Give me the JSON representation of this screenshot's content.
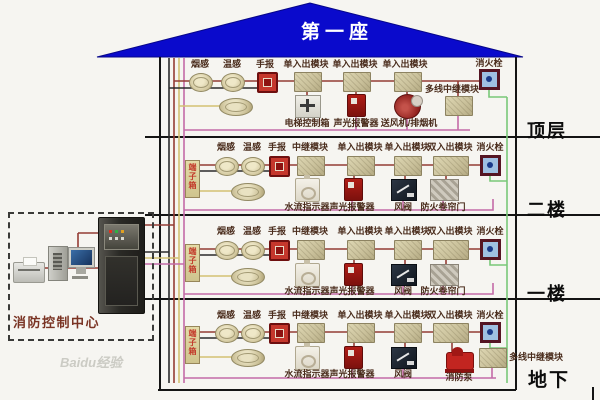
{
  "roof": {
    "title": "第一座",
    "color": "#0a0acc"
  },
  "floor_labels": [
    "顶层",
    "二楼",
    "一楼",
    "地下"
  ],
  "control_center": {
    "label": "消防控制中心"
  },
  "terminal_box_label": "端子箱",
  "watermark": "Baidu经验",
  "attic": {
    "labels_top": [
      "烟感",
      "温感",
      "手报",
      "单入出模块",
      "单入出模块",
      "单入出模块",
      "消火栓"
    ],
    "relay_label": "多线中继模块",
    "labels_bottom": [
      "电梯控制箱",
      "声光报警器",
      "送风机/排烟机"
    ]
  },
  "sections": [
    {
      "labels_top": [
        "烟感",
        "温感",
        "手报",
        "中继模块",
        "单入出模块",
        "单入出模块",
        "双入出模块",
        "消火栓"
      ],
      "labels_bottom": [
        "水流指示器",
        "声光报警器",
        "风阀",
        "防火卷帘门"
      ]
    },
    {
      "labels_top": [
        "烟感",
        "温感",
        "手报",
        "中继模块",
        "单入出模块",
        "单入出模块",
        "双入出模块",
        "消火栓"
      ],
      "labels_bottom": [
        "水流指示器",
        "声光报警器",
        "风阀",
        "防火卷帘门"
      ]
    },
    {
      "labels_top": [
        "烟感",
        "温感",
        "手报",
        "中继模块",
        "单入出模块",
        "单入出模块",
        "双入出模块",
        "消火栓"
      ],
      "labels_bottom": [
        "水流指示器",
        "声光报警器",
        "风阀",
        "消防泵"
      ],
      "relay_label": "多线中继模块"
    }
  ],
  "wire_colors": {
    "loop": "#943c34",
    "power": "#2a2a2a",
    "aux": "#d4c273",
    "signal": "#c46ba8",
    "hydrant_riser": "#79c879"
  },
  "icons": {
    "smoke-detector": "tan-circle",
    "heat-detector": "tan-circle",
    "manual-call-point": "red-square",
    "io-module": "tan-square",
    "hydrant-button": "blue-dot-in-red-frame",
    "sound-light-alarm": "red-box",
    "fan-unit": "red-circle",
    "water-flow-indicator": "white-box-ring",
    "air-valve": "dark-box",
    "fire-shutter": "hatched-gray-box",
    "fire-pump": "red-pump",
    "elevator-control-box": "white-box-cross",
    "terminal-box": "tan-vertical-box",
    "printer": "gray-printer",
    "computer": "tower-and-monitor",
    "control-cabinet": "dark-cabinet"
  }
}
